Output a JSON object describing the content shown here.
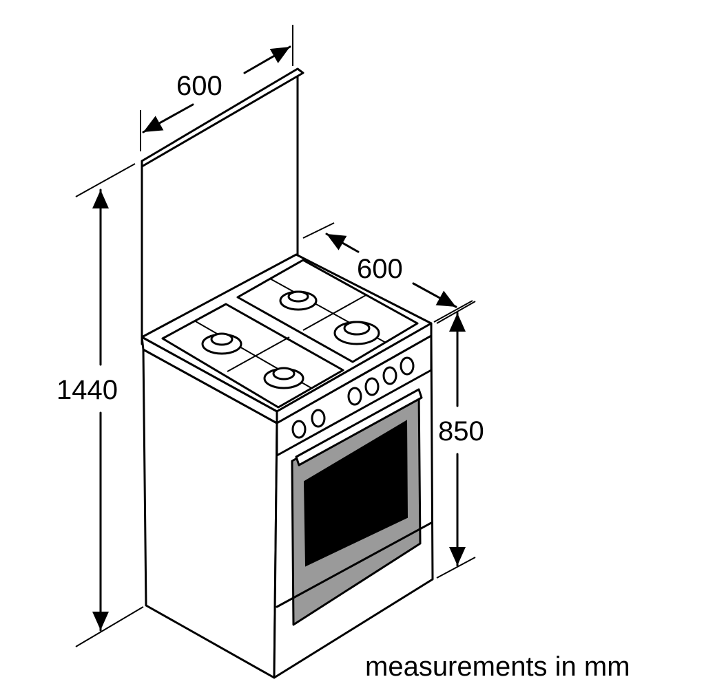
{
  "dimensions": {
    "top_width": "600",
    "depth": "600",
    "total_height": "1440",
    "body_height": "850"
  },
  "caption": "measurements in mm",
  "colors": {
    "line": "#000000",
    "oven_door_frame": "#9a9a9a",
    "oven_window": "#000000",
    "background": "#ffffff"
  }
}
